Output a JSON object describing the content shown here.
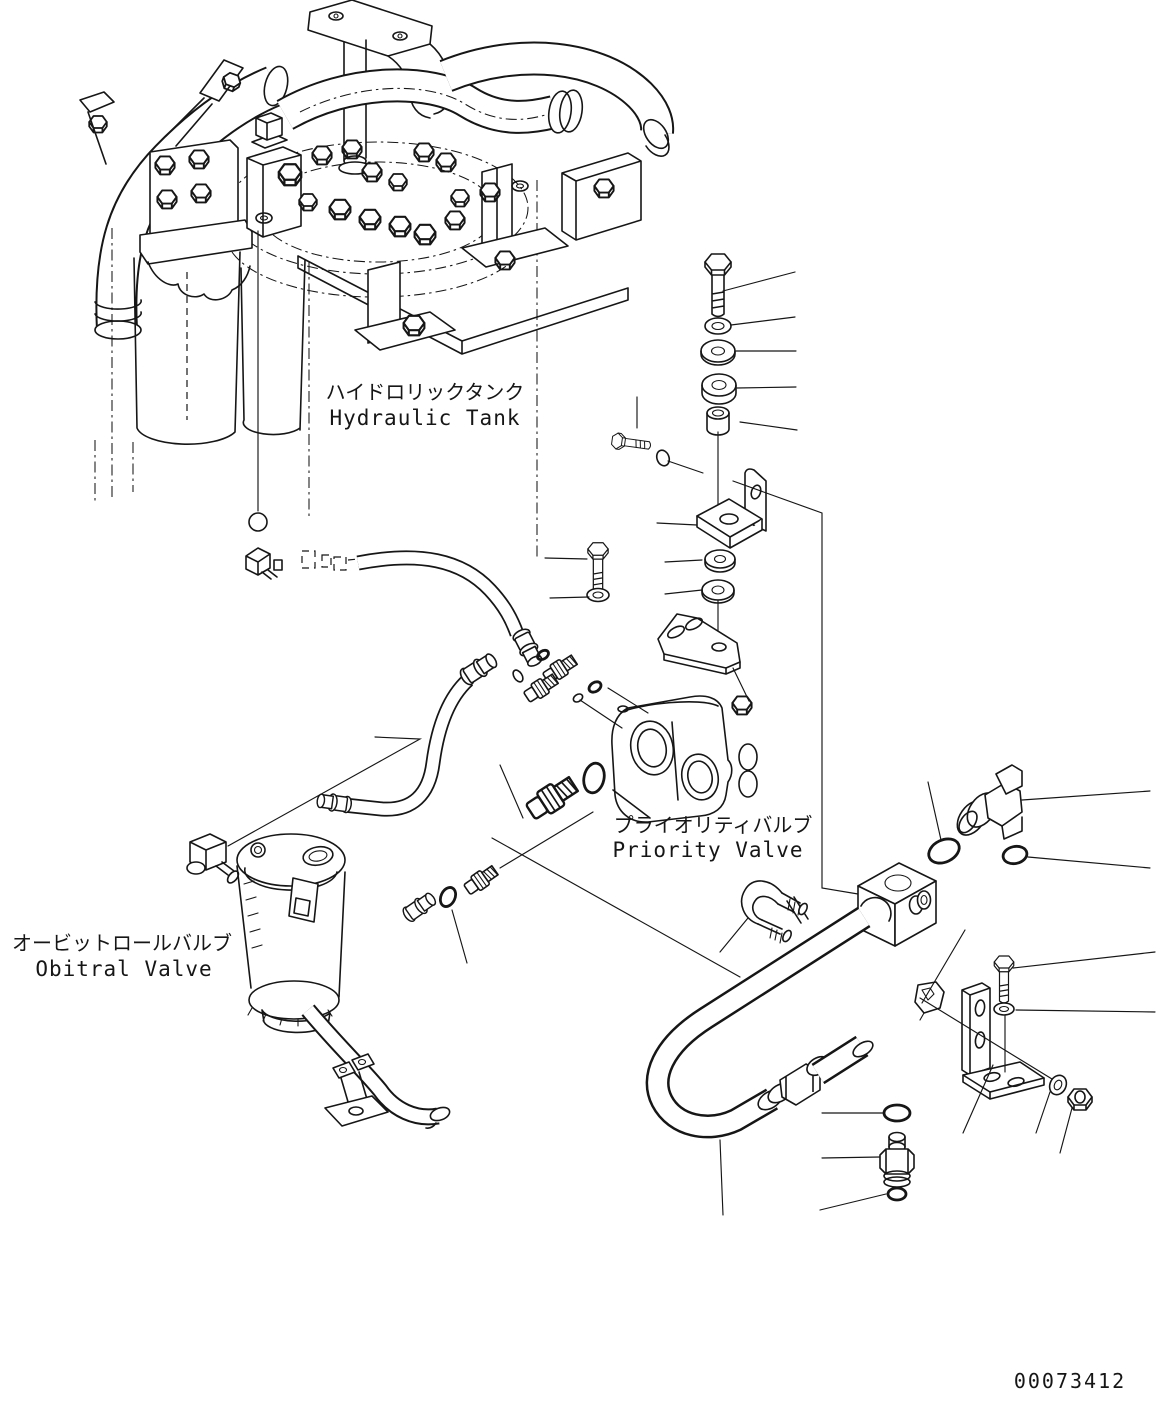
{
  "diagram": {
    "labels": {
      "hydraulic_tank": {
        "jp": "ハイドロリックタンク",
        "en": "Hydraulic Tank"
      },
      "priority_valve": {
        "jp": "プライオリティバルブ",
        "en": "Priority Valve"
      },
      "obitral_valve": {
        "jp": "オービットロールバルブ",
        "en": "Obitral Valve"
      }
    },
    "drawing_number": "00073412"
  }
}
